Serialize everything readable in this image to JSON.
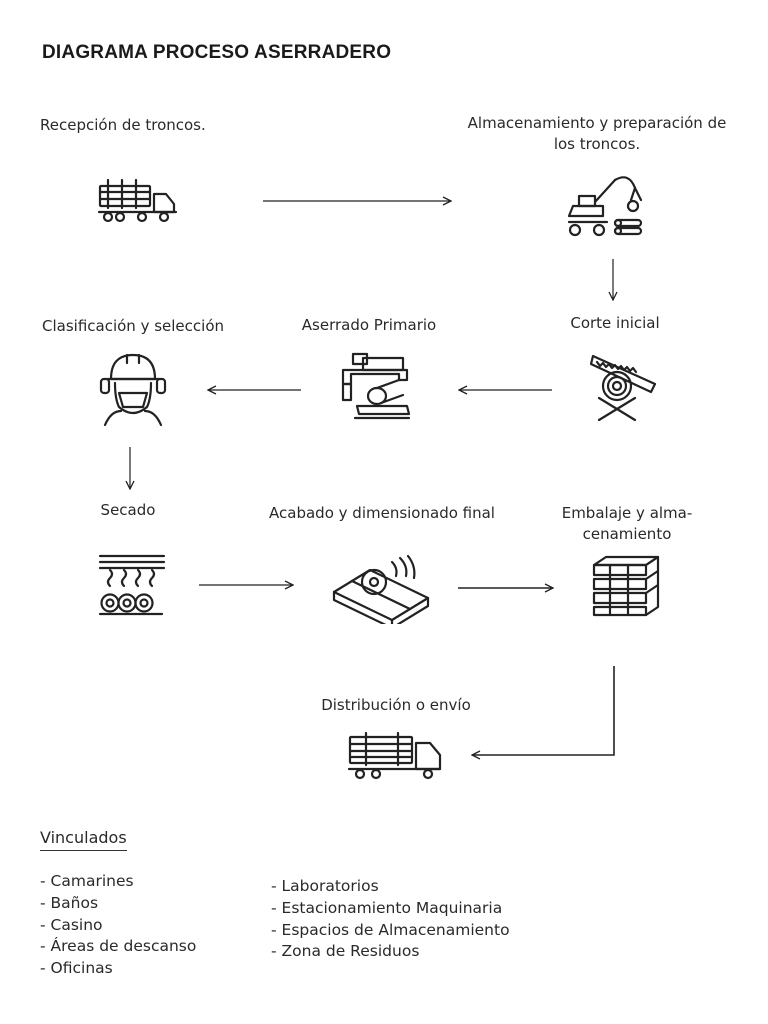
{
  "title": "DIAGRAMA PROCESO ASERRADERO",
  "steps": {
    "recepcion": "Recepción de troncos.",
    "almacenamiento": "Almacenamiento y preparación de los troncos.",
    "corte": "Corte inicial",
    "aserrado": "Aserrado Primario",
    "clasificacion": "Clasificación y selección",
    "secado": "Secado",
    "acabado": "Acabado y dimensionado final",
    "embalaje": "Embalaje y alma-cenamiento",
    "distribucion": "Distribución o envío"
  },
  "icons": {
    "recepcion": "log-truck-icon",
    "almacenamiento": "log-loader-icon",
    "corte": "saw-log-icon",
    "aserrado": "band-saw-machine-icon",
    "clasificacion": "worker-helmet-icon",
    "secado": "drying-logs-icon",
    "acabado": "circular-saw-planks-icon",
    "embalaje": "stacked-lumber-icon",
    "distribucion": "log-truck-icon"
  },
  "vinculados": {
    "heading": "Vinculados",
    "col1": [
      "Camarines",
      "Baños",
      "Casino",
      "Áreas de descanso",
      "Oficinas"
    ],
    "col2": [
      "Laboratorios",
      "Estacionamiento Maquinaria",
      "Espacios de Almacenamiento",
      "Zona de Residuos"
    ]
  }
}
